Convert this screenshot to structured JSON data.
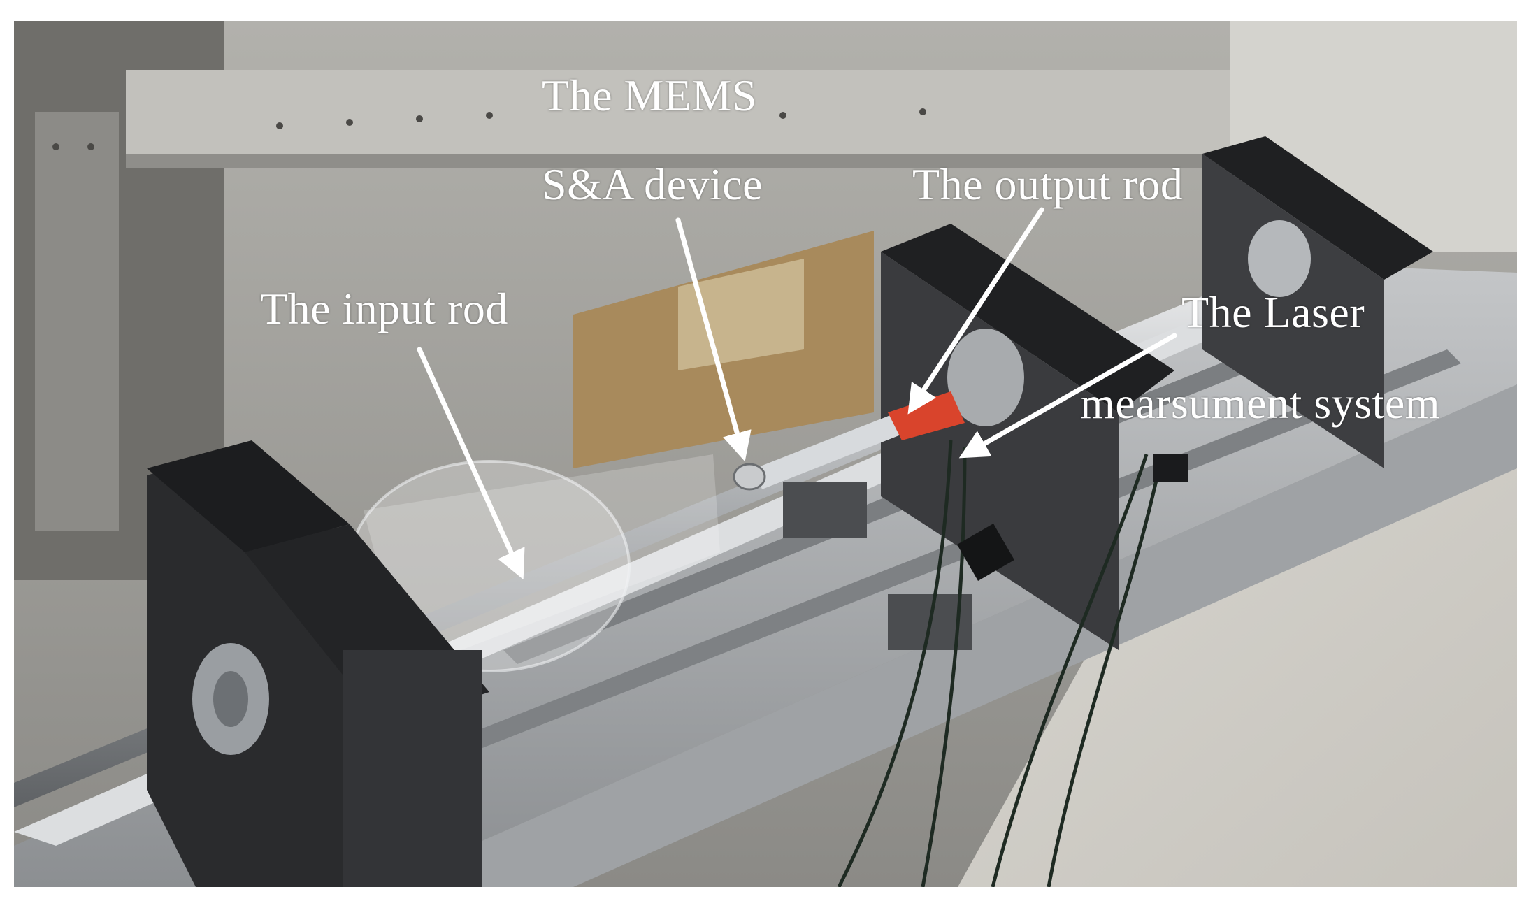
{
  "figure": {
    "annotations": {
      "mems_line1": "The MEMS",
      "mems_line2": "S&A device",
      "output_rod": "The output rod",
      "input_rod": "The input rod",
      "laser_line1": "The Laser",
      "laser_line2": "mearsument system"
    },
    "colors": {
      "label": "#ffffff",
      "arrow": "#ffffff",
      "output_rod_tip": "#d9442c",
      "rail": "#a7aaad",
      "bracket": "#1e1f21",
      "background_cabinet": "#9b9a95"
    }
  }
}
